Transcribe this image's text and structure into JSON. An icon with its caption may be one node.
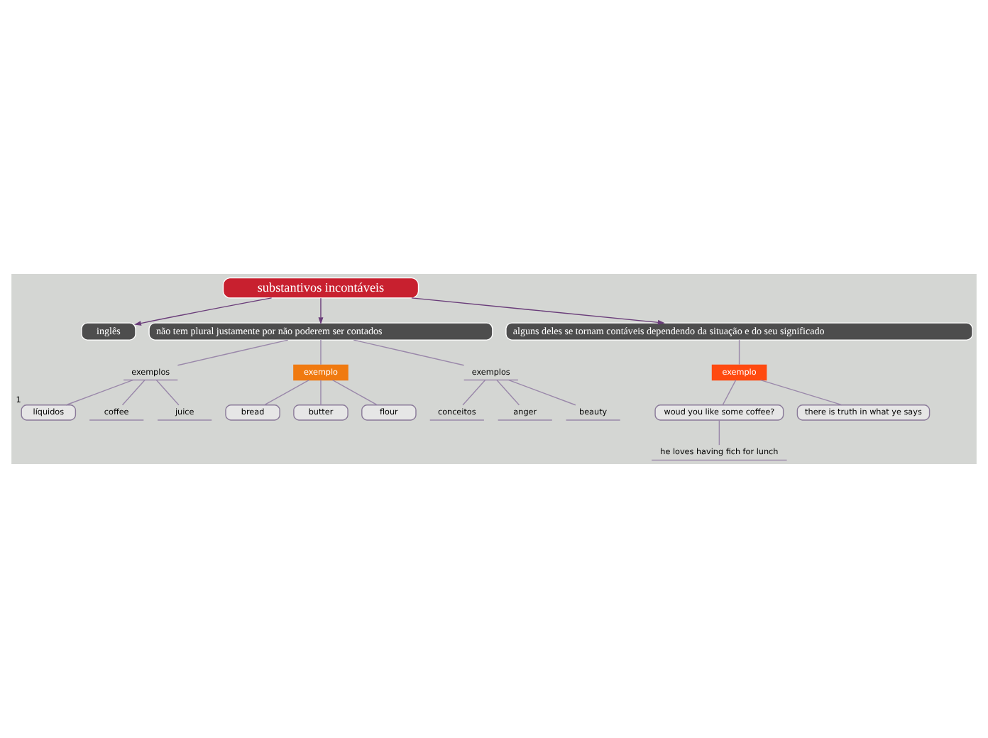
{
  "diagram": {
    "nodes": [
      {
        "text": [
          "substantivos incontáveis"
        ]
      },
      {
        "text": [
          "inglês"
        ]
      },
      {
        "text": [
          "não tem plural justamente por não poderem ser contados"
        ]
      },
      {
        "text": [
          "alguns deles se tornam contáveis dependendo da situação e do seu significado"
        ]
      },
      {
        "text": [
          "exemplos"
        ]
      },
      {
        "text": [
          "exemplo"
        ]
      },
      {
        "text": [
          "exemplos"
        ]
      },
      {
        "text": [
          "líquidos"
        ],
        "beside": [
          "1"
        ]
      },
      {
        "text": [
          "coffee"
        ]
      },
      {
        "text": [
          "juice"
        ]
      },
      {
        "text": [
          "bread"
        ]
      },
      {
        "text": [
          "butter"
        ]
      },
      {
        "text": [
          "flour"
        ]
      },
      {
        "text": [
          "conceitos"
        ]
      },
      {
        "text": [
          "anger"
        ]
      },
      {
        "text": [
          "beauty"
        ]
      },
      {
        "text": [
          "exemplo"
        ]
      },
      {
        "text": [
          "woud you like some coffee?"
        ]
      },
      {
        "text": [
          "he loves having fich for lunch"
        ]
      },
      {
        "text": [
          "there is truth in what ye says"
        ]
      }
    ],
    "edges": [
      {
        "from": 0,
        "to": 1,
        "arrow": "to",
        "color": "#6a3d7a"
      },
      {
        "from": 0,
        "to": 2,
        "arrow": "to",
        "color": "#6a3d7a"
      },
      {
        "from": 0,
        "to": 3,
        "arrow": "to",
        "color": "#6a3d7a"
      },
      {
        "from": 2,
        "to": 4,
        "arrow": "none"
      },
      {
        "from": 2,
        "to": 5,
        "arrow": "none"
      },
      {
        "from": 2,
        "to": 6,
        "arrow": "none"
      },
      {
        "from": 4,
        "to": 7,
        "arrow": "none"
      },
      {
        "from": 4,
        "to": 8,
        "arrow": "none"
      },
      {
        "from": 4,
        "to": 9,
        "arrow": "none"
      },
      {
        "from": 5,
        "to": 10,
        "arrow": "none"
      },
      {
        "from": 5,
        "to": 11,
        "arrow": "none"
      },
      {
        "from": 5,
        "to": 12,
        "arrow": "none"
      },
      {
        "from": 6,
        "to": 13,
        "arrow": "none"
      },
      {
        "from": 6,
        "to": 14,
        "arrow": "none"
      },
      {
        "from": 6,
        "to": 15,
        "arrow": "none"
      },
      {
        "from": 3,
        "to": 16,
        "arrow": "none"
      },
      {
        "from": 16,
        "to": 17,
        "arrow": "none"
      },
      {
        "from": 17,
        "to": 18,
        "arrow": "none"
      },
      {
        "from": 16,
        "to": 19,
        "arrow": "none"
      }
    ]
  }
}
